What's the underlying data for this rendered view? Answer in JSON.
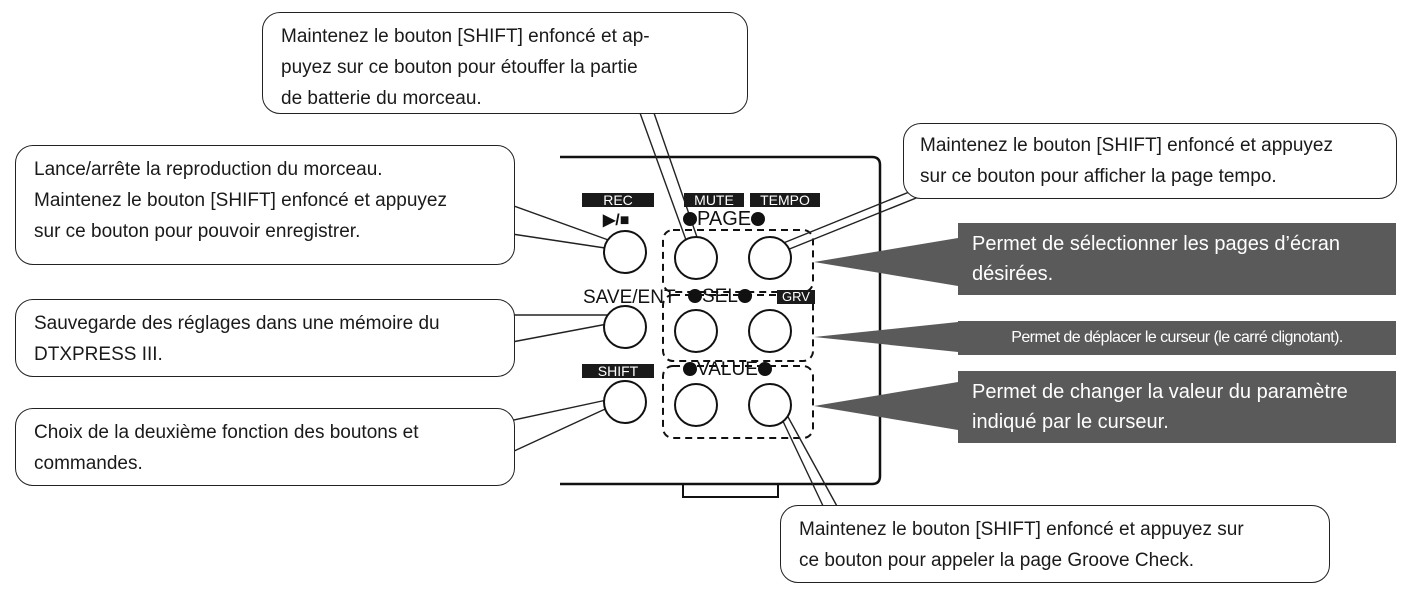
{
  "callouts": {
    "mute_note": "Maintenez le bouton [SHIFT] enfoncé et ap-\npuyez sur ce bouton pour étouffer la partie\nde batterie du morceau.",
    "play_note_1": "Lance/arrête la reproduction du morceau.",
    "play_note_2": "Maintenez le bouton [SHIFT] enfoncé et appuyez\nsur ce bouton pour pouvoir enregistrer.",
    "tempo_note": "Maintenez le bouton [SHIFT] enfoncé et appuyez\nsur ce bouton pour afficher la page tempo.",
    "save_note": "Sauvegarde des réglages dans une mémoire du\nDTXPRESS III.",
    "shift_note": "Choix de la deuxième fonction des boutons et\ncommandes.",
    "groove_note": "Maintenez le bouton [SHIFT] enfoncé et appuyez sur\nce bouton pour appeler la page Groove Check."
  },
  "dark_callouts": {
    "page_note": "Permet de sélectionner les pages d’écran\ndésirées.",
    "sel_note": "Permet de déplacer le curseur (le carré clignotant).",
    "value_note": "Permet de changer la valeur du paramètre\nindiqué par le curseur."
  },
  "panel": {
    "rec": "REC",
    "play_stop": "▶/■",
    "mute": "MUTE",
    "tempo": "TEMPO",
    "page": "PAGE",
    "save_ent": "SAVE/ENT",
    "sel": "SEL",
    "grv": "GRV",
    "shift": "SHIFT",
    "value": "VALUE"
  },
  "colors": {
    "dark_box": "#5a5a5a",
    "outline": "#222222"
  }
}
